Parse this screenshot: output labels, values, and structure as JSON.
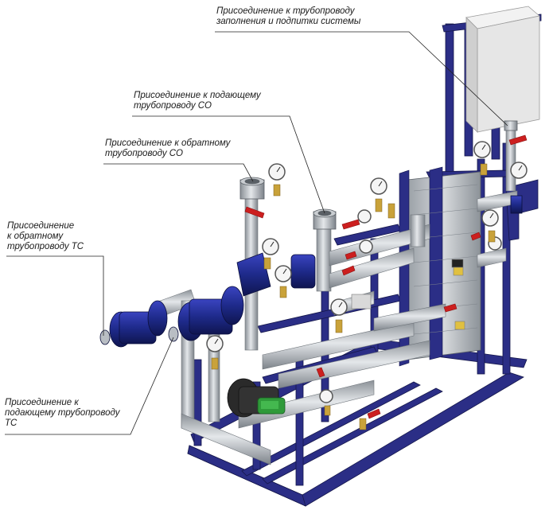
{
  "labels": {
    "fill_line": [
      "Присоединение к трубопроводу",
      "заполнения и подпитки системы"
    ],
    "supply_co": [
      "Присоединение к подающему",
      "трубопроводу СО"
    ],
    "return_co": [
      "Присоединение к обратному",
      "трубопроводу СО"
    ],
    "return_ts": [
      "Присоединение",
      "к обратному",
      "трубопроводу ТС"
    ],
    "supply_ts": [
      "Присоединение к",
      "подающему трубопроводу",
      "ТС"
    ]
  },
  "colors": {
    "frame": "#2b2e86",
    "frame_dark": "#1b1d5e",
    "pipe": "#b9bec4",
    "pipe_dark": "#8a9096",
    "valve_red": "#cc1f1f",
    "brass": "#c9a23a",
    "cabinet": "#e2e2e2",
    "pump_body": "#2a2a2a",
    "pump_green": "#2f9a3a",
    "label_line": "#222222"
  }
}
